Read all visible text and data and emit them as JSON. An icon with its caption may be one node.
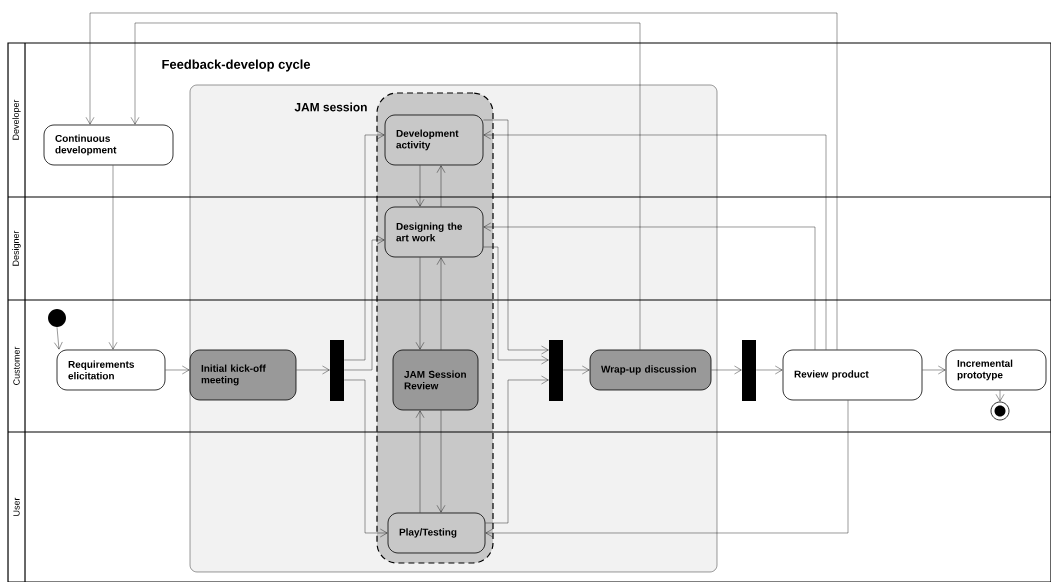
{
  "diagram": {
    "nodes": [
      {
        "text": [
          "Continuous development"
        ]
      },
      {
        "text": [
          "Feedback-develop cycle"
        ]
      },
      {
        "text": [
          "JAM session"
        ],
        "in": 1
      },
      {
        "text": [
          "Development activity"
        ],
        "in": 2
      },
      {
        "text": [
          "Designing the art work"
        ],
        "in": 2
      },
      {
        "text": [
          "JAM Session Review"
        ],
        "in": 2
      },
      {
        "text": [
          "Play/Testing"
        ],
        "in": 2
      },
      {
        "text": [],
        "shape": "circle"
      },
      {
        "text": [
          "Requirements elicitation"
        ]
      },
      {
        "text": [
          "Initial kick-off meeting"
        ],
        "in": 1
      },
      {
        "text": [],
        "shape": "bar",
        "in": 1
      },
      {
        "text": [],
        "shape": "bar",
        "in": 1
      },
      {
        "text": [
          "Wrap-up discussion"
        ],
        "in": 1
      },
      {
        "text": [],
        "shape": "bar"
      },
      {
        "text": [
          "Review product"
        ]
      },
      {
        "text": [
          "Incremental prototype"
        ]
      },
      {
        "text": [],
        "shape": "circle"
      }
    ],
    "edges": [
      {
        "from": 7,
        "to": 8,
        "arrow": "to"
      },
      {
        "from": 0,
        "to": 8,
        "arrow": "to"
      },
      {
        "from": 8,
        "to": 9,
        "arrow": "to"
      },
      {
        "from": 9,
        "to": 10,
        "arrow": "to"
      },
      {
        "from": 10,
        "to": 3,
        "arrow": "to"
      },
      {
        "from": 10,
        "to": 4,
        "arrow": "to"
      },
      {
        "from": 10,
        "to": 6,
        "arrow": "to"
      },
      {
        "from": 3,
        "to": 4,
        "arrow": "to"
      },
      {
        "from": 4,
        "to": 3,
        "arrow": "to"
      },
      {
        "from": 4,
        "to": 5,
        "arrow": "to"
      },
      {
        "from": 5,
        "to": 4,
        "arrow": "to"
      },
      {
        "from": 5,
        "to": 6,
        "arrow": "to"
      },
      {
        "from": 6,
        "to": 5,
        "arrow": "to"
      },
      {
        "from": 3,
        "to": 11,
        "arrow": "to"
      },
      {
        "from": 4,
        "to": 11,
        "arrow": "to"
      },
      {
        "from": 6,
        "to": 11,
        "arrow": "to"
      },
      {
        "from": 11,
        "to": 12,
        "arrow": "to"
      },
      {
        "from": 12,
        "to": 0,
        "arrow": "to"
      },
      {
        "from": 12,
        "to": 13,
        "arrow": "to"
      },
      {
        "from": 13,
        "to": 14,
        "arrow": "to"
      },
      {
        "from": 14,
        "to": 0,
        "arrow": "to"
      },
      {
        "from": 14,
        "to": 3,
        "arrow": "to"
      },
      {
        "from": 14,
        "to": 4,
        "arrow": "to"
      },
      {
        "from": 14,
        "to": 6,
        "arrow": "to"
      },
      {
        "from": 14,
        "to": 15,
        "arrow": "to"
      },
      {
        "from": 15,
        "to": 16,
        "arrow": "to"
      }
    ],
    "labels": [
      "Developer",
      "Designer",
      "Customer",
      "User"
    ]
  }
}
